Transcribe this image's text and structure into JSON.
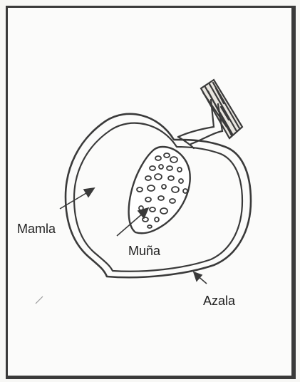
{
  "diagram": {
    "labels": {
      "flesh": "Mamla",
      "seed": "Muña",
      "skin": "Azala"
    }
  },
  "colors": {
    "ink": "#3a3a3a",
    "text": "#222222",
    "background": "#fbfbfa"
  }
}
